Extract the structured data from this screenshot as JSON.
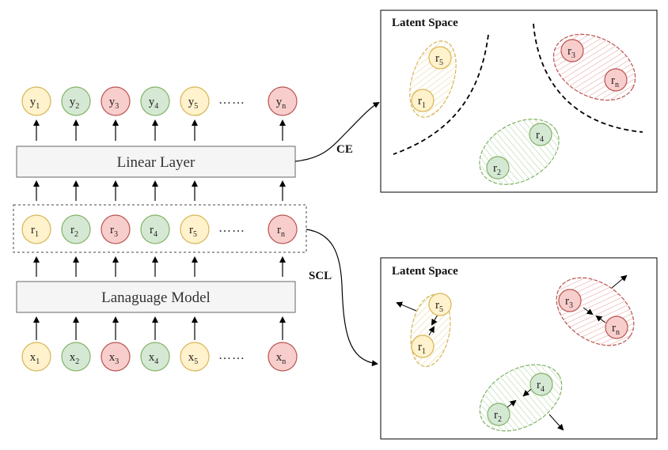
{
  "colors": {
    "yellow_fill": "#fff2cc",
    "yellow_stroke": "#d6b656",
    "green_fill": "#d5e8d4",
    "green_stroke": "#82b366",
    "red_fill": "#f8cecc",
    "red_stroke": "#b85450",
    "box_fill": "#f5f5f5",
    "box_stroke": "#666666"
  },
  "rows": {
    "y": {
      "letter": "y",
      "subs": [
        "1",
        "2",
        "3",
        "4",
        "5"
      ],
      "last_sub": "n",
      "colors": [
        "yellow",
        "green",
        "red",
        "green",
        "yellow"
      ],
      "last_color": "red"
    },
    "r": {
      "letter": "r",
      "subs": [
        "1",
        "2",
        "3",
        "4",
        "5"
      ],
      "last_sub": "n",
      "colors": [
        "yellow",
        "green",
        "red",
        "green",
        "yellow"
      ],
      "last_color": "red"
    },
    "x": {
      "letter": "x",
      "subs": [
        "1",
        "2",
        "3",
        "4",
        "5"
      ],
      "last_sub": "n",
      "colors": [
        "yellow",
        "green",
        "red",
        "green",
        "yellow"
      ],
      "last_color": "red"
    }
  },
  "ellipsis": "……",
  "linear_layer": {
    "label": "Linear Layer"
  },
  "language_model": {
    "label": "Lanaguage Model"
  },
  "edges": {
    "ce": "CE",
    "scl": "SCL"
  },
  "panels": {
    "ce": {
      "title": "Latent Space",
      "clusters": [
        {
          "color": "yellow",
          "nodes": [
            {
              "sub": "5"
            },
            {
              "sub": "1"
            }
          ]
        },
        {
          "color": "red",
          "nodes": [
            {
              "sub": "3"
            },
            {
              "sub": "n"
            }
          ]
        },
        {
          "color": "green",
          "nodes": [
            {
              "sub": "4"
            },
            {
              "sub": "2"
            }
          ]
        }
      ]
    },
    "scl": {
      "title": "Latent Space",
      "clusters": [
        {
          "color": "yellow",
          "nodes": [
            {
              "sub": "5"
            },
            {
              "sub": "1"
            }
          ]
        },
        {
          "color": "red",
          "nodes": [
            {
              "sub": "3"
            },
            {
              "sub": "n"
            }
          ]
        },
        {
          "color": "green",
          "nodes": [
            {
              "sub": "4"
            },
            {
              "sub": "2"
            }
          ]
        }
      ]
    }
  }
}
